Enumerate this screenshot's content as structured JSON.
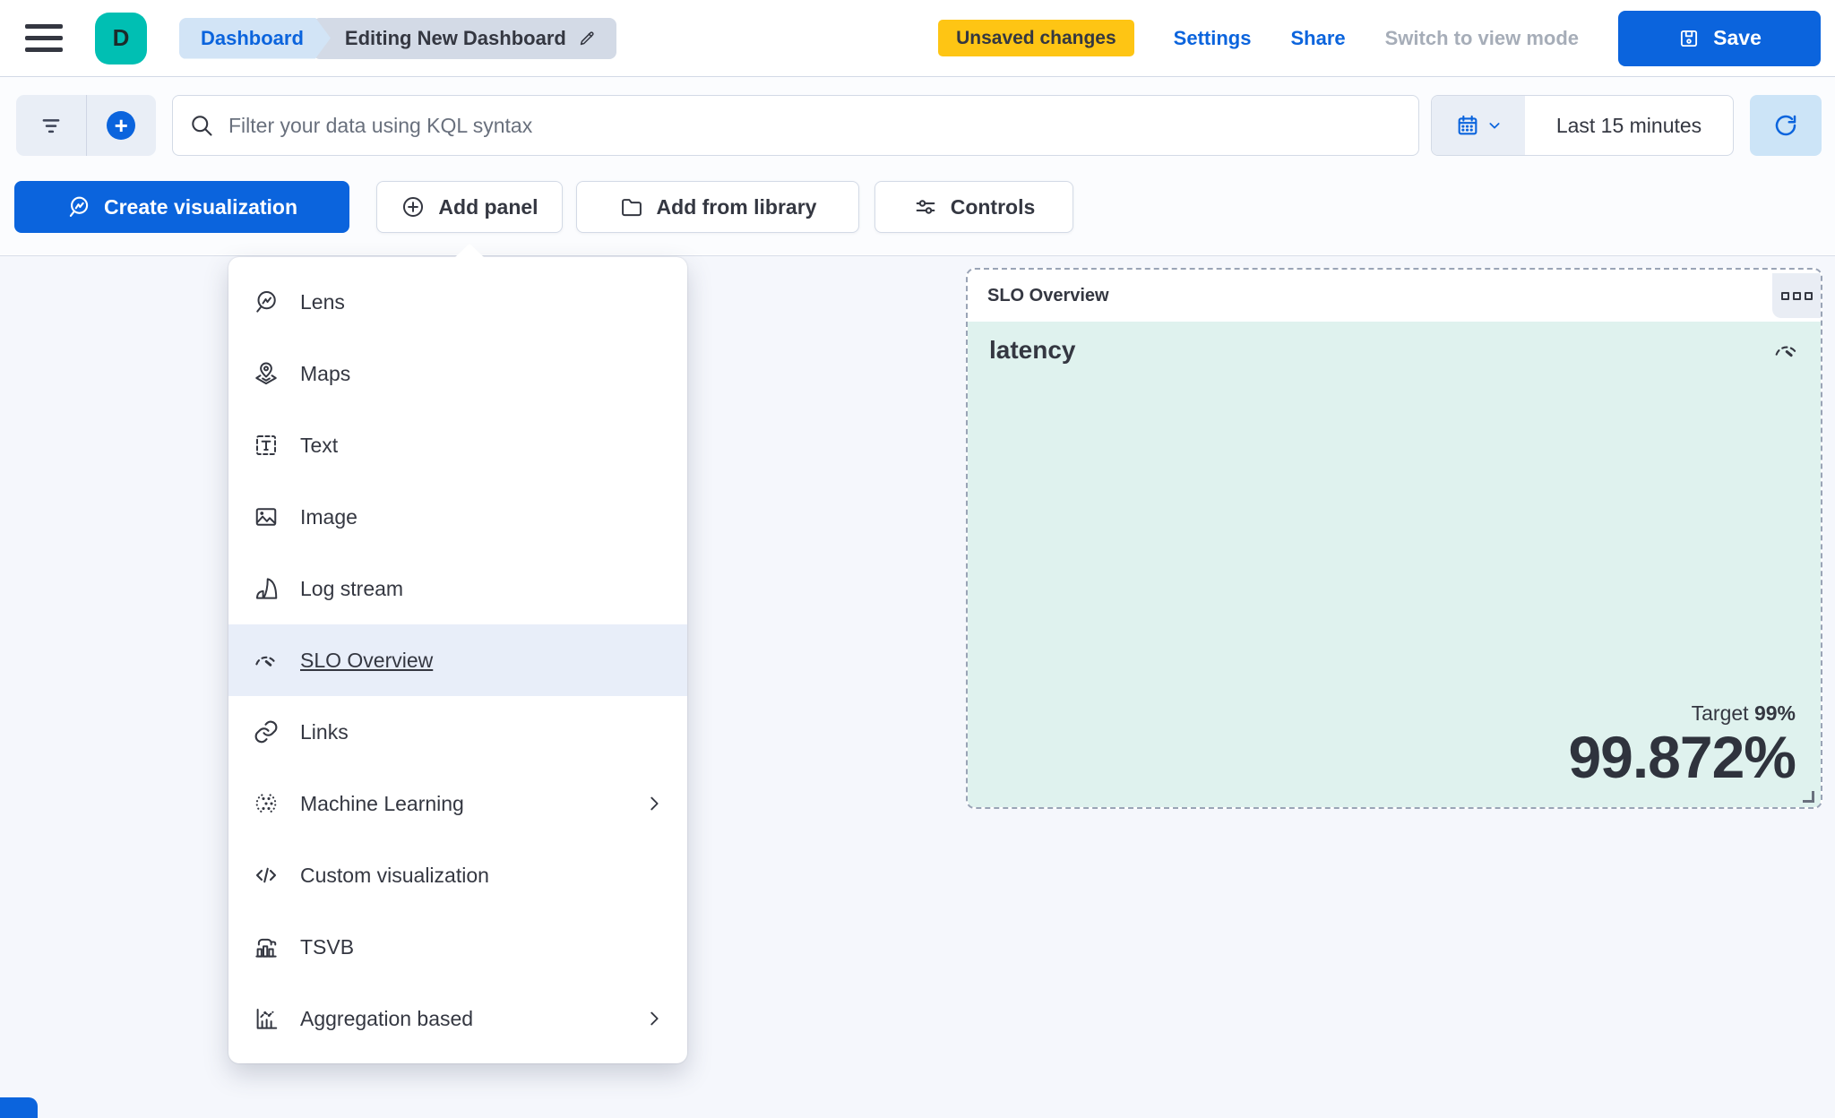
{
  "topbar": {
    "avatar_initial": "D",
    "breadcrumb_dashboard": "Dashboard",
    "breadcrumb_current": "Editing New Dashboard",
    "unsaved_badge": "Unsaved changes",
    "settings_link": "Settings",
    "share_link": "Share",
    "switch_view_mode": "Switch to view mode",
    "save_button": "Save"
  },
  "filter_bar": {
    "search_placeholder": "Filter your data using KQL syntax",
    "time_range": "Last 15 minutes"
  },
  "toolbar": {
    "create_visualization": "Create visualization",
    "add_panel": "Add panel",
    "add_from_library": "Add from library",
    "controls": "Controls"
  },
  "add_panel_menu": {
    "items": [
      {
        "label": "Lens",
        "icon": "lens-icon"
      },
      {
        "label": "Maps",
        "icon": "maps-icon"
      },
      {
        "label": "Text",
        "icon": "text-icon"
      },
      {
        "label": "Image",
        "icon": "image-icon"
      },
      {
        "label": "Log stream",
        "icon": "log-stream-icon"
      },
      {
        "label": "SLO Overview",
        "icon": "gauge-icon",
        "selected": true
      },
      {
        "label": "Links",
        "icon": "link-icon"
      },
      {
        "label": "Machine Learning",
        "icon": "machine-learning-icon",
        "has_submenu": true
      },
      {
        "label": "Custom visualization",
        "icon": "code-icon"
      },
      {
        "label": "TSVB",
        "icon": "tsvb-icon"
      },
      {
        "label": "Aggregation based",
        "icon": "aggregation-icon",
        "has_submenu": true
      }
    ]
  },
  "slo_panel": {
    "title": "SLO Overview",
    "metric_name": "latency",
    "target_label": "Target",
    "target_value": "99%",
    "big_value": "99.872%"
  },
  "colors": {
    "primary_blue": "#0b64dd",
    "warning_yellow": "#fec514",
    "avatar_teal": "#00bfb3",
    "panel_mint": "#dff2ee",
    "breadcrumb_blue_bg": "#d2e4f6",
    "breadcrumb_gray_bg": "#d3dae6",
    "text_dark": "#343741"
  }
}
